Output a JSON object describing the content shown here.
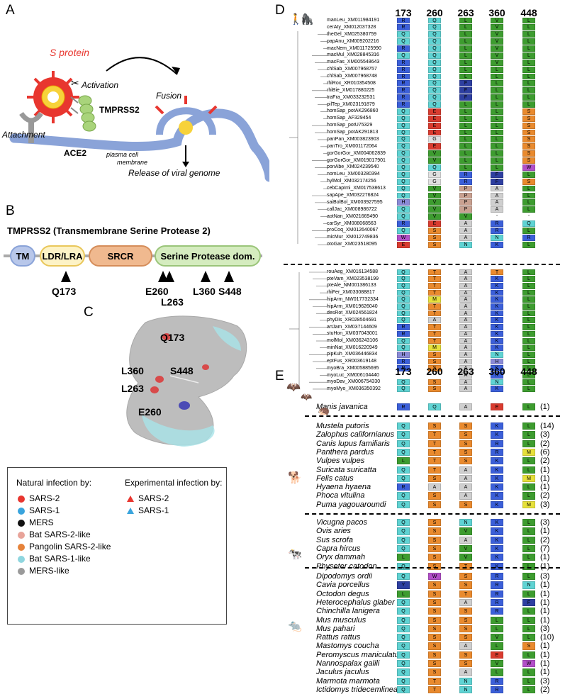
{
  "panels": {
    "a": "A",
    "b": "B",
    "c": "C",
    "d": "D",
    "e": "E"
  },
  "panel_a": {
    "s_protein": "S protein",
    "activation": "Activation",
    "tmprss2": "TMPRSS2",
    "attachment": "Attachment",
    "ace2": "ACE2",
    "plasma1": "plasma cell",
    "plasma2": "membrane",
    "fusion": "Fusion",
    "release": "Release of viral genome"
  },
  "panel_b": {
    "title": "TMPRSS2 (Transmembrane Serine Protease 2)",
    "domains": [
      "TM",
      "LDR/LRA",
      "SRCR",
      "Serine Protease dom."
    ],
    "sites": [
      "Q173",
      "E260",
      "L263",
      "L360",
      "S448"
    ]
  },
  "panel_c": {
    "labels": [
      "Q173",
      "L360",
      "S448",
      "L263",
      "E260"
    ]
  },
  "legend": {
    "natural_title": "Natural infection by:",
    "natural": [
      {
        "label": "SARS-2",
        "color": "#e8362f"
      },
      {
        "label": "SARS-1",
        "color": "#39a4dd"
      },
      {
        "label": "MERS",
        "color": "#111111"
      },
      {
        "label": "Bat SARS-2-like",
        "color": "#e8a49a"
      },
      {
        "label": "Pangolin SARS-2-like",
        "color": "#e6833a"
      },
      {
        "label": "Bat SARS-1-like",
        "color": "#8fd6df"
      },
      {
        "label": "MERS-like",
        "color": "#9a9a9a"
      }
    ],
    "experimental_title": "Experimental infection by:",
    "experimental": [
      {
        "label": "SARS-2",
        "color": "#e8362f"
      },
      {
        "label": "SARS-1",
        "color": "#39a4dd"
      }
    ]
  },
  "positions": [
    "173",
    "260",
    "263",
    "360",
    "448"
  ],
  "panel_d": {
    "primates": [
      [
        "manLeu_XM011984191",
        "R",
        "Q",
        "L",
        "V",
        "L"
      ],
      [
        "cerAty_XM012037328",
        "R",
        "Q",
        "L",
        "V",
        "L"
      ],
      [
        "theGel_XM025380759",
        "Q",
        "Q",
        "L",
        "V",
        "L"
      ],
      [
        "papAnu_XM009202216",
        "Q",
        "Q",
        "L",
        "V",
        "L"
      ],
      [
        "macNem_XM011725990",
        "R",
        "Q",
        "L",
        "V",
        "L"
      ],
      [
        "macMul_XM028845316",
        "Q",
        "Q",
        "L",
        "V",
        "L"
      ],
      [
        "macFas_XM005548643",
        "R",
        "Q",
        "L",
        "V",
        "L"
      ],
      [
        "chlSab_XM007968757",
        "R",
        "Q",
        "L",
        "L",
        "L"
      ],
      [
        "chlSab_XM007968748",
        "R",
        "Q",
        "L",
        "L",
        "L"
      ],
      [
        "rhiRox_XR010354508",
        "R",
        "Q",
        "F",
        "L",
        "L"
      ],
      [
        "rhiBie_XM017880225",
        "R",
        "Q",
        "F",
        "L",
        "L"
      ],
      [
        "traFra_XM033232531",
        "R",
        "Q",
        "F",
        "L",
        "L"
      ],
      [
        "pilTep_XM023191879",
        "R",
        "Q",
        "L",
        "L",
        "L"
      ],
      [
        "homSap_potAK296860",
        "Q",
        "E",
        "L",
        "L",
        "S"
      ],
      [
        "homSap_AF329454",
        "Q",
        "E",
        "L",
        "L",
        "S"
      ],
      [
        "homSap_potU75329",
        "Q",
        "E",
        "L",
        "L",
        "S"
      ],
      [
        "homSap_potAK291813",
        "Q",
        "E",
        "L",
        "L",
        "S"
      ],
      [
        "panPan_XM003823903",
        "Q",
        "G",
        "L",
        "L",
        "S"
      ],
      [
        "panTro_XM001172064",
        "Q",
        "E",
        "L",
        "L",
        "S"
      ],
      [
        "gorGorGor_XM004062839",
        "Q",
        "V",
        "L",
        "L",
        "S"
      ],
      [
        "gorGorGor_XM019017901",
        "Q",
        "V",
        "L",
        "L",
        "S"
      ],
      [
        "ponAbe_XM024239540",
        "Q",
        "Q",
        "L",
        "L",
        "W"
      ],
      [
        "nomLeu_XM003280394",
        "Q",
        "G",
        "R",
        "F",
        "L"
      ],
      [
        "hylMol_XM032174256",
        "Q",
        "G",
        "R",
        "F",
        "S"
      ],
      [
        "cebCapImi_XM017538613",
        "Q",
        "V",
        "P",
        "A",
        "L"
      ],
      [
        "sapApe_XM032276824",
        "Q",
        "V",
        "P",
        "A",
        "L"
      ],
      [
        "saiBolBol_XM003927595",
        "H",
        "V",
        "P",
        "A",
        "L"
      ],
      [
        "callJac_XM008986722",
        "Q",
        "V",
        "P",
        "A",
        "L"
      ],
      [
        "aotNan_XM021669490",
        "Q",
        "V",
        "V",
        "-",
        "-"
      ],
      [
        "carSyr_XM008068563",
        "R",
        "E",
        "A",
        "R",
        "Q"
      ],
      [
        "proCoq_XM012640067",
        "Q",
        "S",
        "A",
        "R",
        "L"
      ],
      [
        "micMur_XM012749836",
        "W",
        "S",
        "A",
        "N",
        "R"
      ],
      [
        "otoGar_XM023518095",
        "E",
        "S",
        "N",
        "K",
        "L"
      ]
    ],
    "bats": [
      [
        "rouAeg_XM016134588",
        "Q",
        "T",
        "A",
        "T",
        "L"
      ],
      [
        "pteVam_XM023538199",
        "Q",
        "T",
        "A",
        "K",
        "L"
      ],
      [
        "pteAle_NM001386133",
        "Q",
        "T",
        "A",
        "K",
        "L"
      ],
      [
        "rhiFer_XM033088817",
        "Q",
        "T",
        "A",
        "K",
        "L"
      ],
      [
        "hipArm_NW017732334",
        "Q",
        "M",
        "A",
        "K",
        "L"
      ],
      [
        "hipArm_XM019626040",
        "Q",
        "T",
        "A",
        "K",
        "L"
      ],
      [
        "desRot_XM024561824",
        "Q",
        "T",
        "A",
        "K",
        "L"
      ],
      [
        "phyDis_XR028504691",
        "Q",
        "A",
        "A",
        "K",
        "L"
      ],
      [
        "artJam_XM037144609",
        "R",
        "T",
        "A",
        "K",
        "L"
      ],
      [
        "stuHon_XM037043001",
        "R",
        "T",
        "A",
        "K",
        "L"
      ],
      [
        "molMol_XM036243106",
        "Q",
        "T",
        "A",
        "K",
        "L"
      ],
      [
        "minNat_XM016220949",
        "Q",
        "M",
        "A",
        "K",
        "L"
      ],
      [
        "pipKuh_XM036446834",
        "H",
        "S",
        "A",
        "N",
        "L"
      ],
      [
        "eptFus_XR003619148",
        "R",
        "S",
        "A",
        "H",
        "L"
      ],
      [
        "myoBra_XM005885695",
        "R",
        "S",
        "A",
        "K",
        "L"
      ],
      [
        "myoLuc_XM006104440",
        "-",
        "-",
        "A",
        "K",
        "L"
      ],
      [
        "myoDav_XM006754330",
        "Q",
        "S",
        "A",
        "N",
        "L"
      ],
      [
        "myoMyo_XM036350392",
        "Q",
        "S",
        "A",
        "K",
        "L"
      ]
    ]
  },
  "panel_e": {
    "pangolin": [
      [
        "Manis javanica",
        "R",
        "Q",
        "A",
        "E",
        "L",
        "(1)"
      ]
    ],
    "carnivores": [
      [
        "Mustela putoris",
        "Q",
        "S",
        "S",
        "K",
        "L",
        "(14)"
      ],
      [
        "Zalophus californianus",
        "Q",
        "T",
        "S",
        "K",
        "L",
        "(3)"
      ],
      [
        "Canis lupus familiaris",
        "Q",
        "T",
        "S",
        "R",
        "L",
        "(2)"
      ],
      [
        "Panthera pardus",
        "Q",
        "T",
        "S",
        "R",
        "M",
        "(6)"
      ],
      [
        "Vulpes vulpes",
        "L",
        "T",
        "S",
        "K",
        "L",
        "(2)"
      ],
      [
        "Suricata suricatta",
        "Q",
        "T",
        "A",
        "K",
        "L",
        "(1)"
      ],
      [
        "Felis catus",
        "Q",
        "S",
        "A",
        "K",
        "M",
        "(1)"
      ],
      [
        "Hyaena hyaena",
        "R",
        "A",
        "A",
        "K",
        "L",
        "(1)"
      ],
      [
        "Phoca vitulina",
        "Q",
        "S",
        "A",
        "K",
        "L",
        "(2)"
      ],
      [
        "Puma yagouaroundi",
        "Q",
        "S",
        "S",
        "K",
        "M",
        "(3)"
      ]
    ],
    "ungulates": [
      [
        "Vicugna pacos",
        "Q",
        "S",
        "N",
        "K",
        "L",
        "(3)"
      ],
      [
        "Ovis aries",
        "Q",
        "S",
        "V",
        "K",
        "L",
        "(1)"
      ],
      [
        "Sus scrofa",
        "Q",
        "S",
        "A",
        "K",
        "L",
        "(2)"
      ],
      [
        "Capra hircus",
        "Q",
        "S",
        "V",
        "K",
        "L",
        "(7)"
      ],
      [
        "Oryx dammah",
        "L",
        "S",
        "V",
        "K",
        "L",
        "(1)"
      ],
      [
        "Physeter catodon",
        "Q",
        "S",
        "T",
        "K",
        "L",
        "(1)"
      ]
    ],
    "rodents": [
      [
        "Dipodomys ordii",
        "Q",
        "W",
        "S",
        "R",
        "L",
        "(3)"
      ],
      [
        "Cavia porcellus",
        "Y",
        "S",
        "S",
        "R",
        "N",
        "(1)"
      ],
      [
        "Octodon degus",
        "L",
        "S",
        "T",
        "R",
        "L",
        "(1)"
      ],
      [
        "Heterocephalus glaber",
        "Q",
        "S",
        "A",
        "R",
        "F",
        "(1)"
      ],
      [
        "Chinchilla lanigera",
        "Q",
        "S",
        "S",
        "R",
        "L",
        "(1)"
      ],
      [
        "Mus musculus",
        "Q",
        "S",
        "S",
        "L",
        "L",
        "(1)"
      ],
      [
        "Mus pahari",
        "Q",
        "S",
        "S",
        "L",
        "L",
        "(3)"
      ],
      [
        "Rattus rattus",
        "Q",
        "S",
        "S",
        "V",
        "L",
        "(10)"
      ],
      [
        "Mastomys coucha",
        "Q",
        "S",
        "A",
        "L",
        "S",
        "(1)"
      ],
      [
        "Peromyscus maniculatus",
        "Q",
        "S",
        "S",
        "E",
        "L",
        "(1)"
      ],
      [
        "Nannospalax galili",
        "Q",
        "S",
        "S",
        "V",
        "W",
        "(1)"
      ],
      [
        "Jaculus jaculus",
        "Q",
        "S",
        "A",
        "L",
        "L",
        "(1)"
      ],
      [
        "Marmota marmota",
        "Q",
        "T",
        "N",
        "R",
        "L",
        "(3)"
      ],
      [
        "Ictidomys tridecemlineatus",
        "Q",
        "T",
        "N",
        "R",
        "L",
        "(2)"
      ]
    ]
  },
  "aa_colors": {
    "R": "#3b5fd9",
    "K": "#3b5fd9",
    "H": "#8a8ad6",
    "Q": "#5fd3d3",
    "N": "#5fd3d3",
    "E": "#d93b2f",
    "D": "#d93b2f",
    "S": "#e98a2e",
    "T": "#e98a2e",
    "G": "#e0e0e0",
    "A": "#cfcfcf",
    "P": "#c8a090",
    "V": "#3d9c2f",
    "L": "#3d9c2f",
    "I": "#3d9c2f",
    "M": "#e6e03a",
    "F": "#2e3fa0",
    "W": "#b24fc8",
    "Y": "#2e3fa0",
    "C": "#e6e03a",
    "-": "#ffffff"
  }
}
